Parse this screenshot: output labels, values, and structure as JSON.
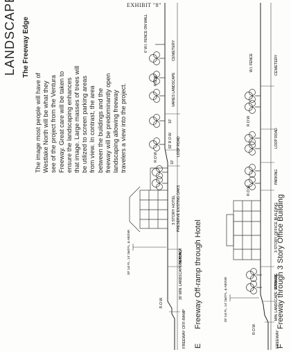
{
  "exhibit": "EXHIBIT \"8\"",
  "title": "LANDSCAPE SECTIONS",
  "subtitle": "The Freeway Edge",
  "paragraph": [
    "The image most people will have of",
    "Westlake North will be what they",
    "see of the project from the Ventura",
    "Freeway.  Great care will be taken to",
    "ensure the landscaping enhances",
    "that image.  Large masses of trees will",
    "be utilized to screen parking areas",
    "from view.  In contrast, the area",
    "between the buildings and the",
    "freeway will be predominantly open",
    "landscaping allowing freeway",
    "travelers a view into the project."
  ],
  "section_e": {
    "letter": "E",
    "caption": "Freeway Off-ramp through Hotel",
    "labels": {
      "freeway": "FREEWAY",
      "off_ramp": "OFF-RAMP",
      "landscape_setback": "30' MIN. LANDSCAPE SETBACK",
      "parking": "PARKING",
      "hotel": "3 STORY HOTEL",
      "oaks": "PRESERVE EXISTING OAKS",
      "loop_road": "LOOP ROAD",
      "dim_10a": "10'",
      "dim_82": "82' R.O.W.",
      "dim_10b": "10'",
      "varies_landscape": "VARIES LANDSCAPE",
      "cemetery": "CEMETERY",
      "fence": "6' W.I. FENCE ON WALL",
      "row_left": "R.O.W.",
      "row_mid": "R.O.W.",
      "row_right": "R.O.W.",
      "heights": "20' 1st FL. 14' 2nd FL. & ABOVE"
    }
  },
  "section_f": {
    "letter": "F",
    "caption": "Freeway through 3 Story Office Building",
    "labels": {
      "freeway": "FREEWAY",
      "landscape_setback": "MIN. LANDSCAPE SETBACK",
      "parking_left": "PARKING",
      "office": "3 STORY OFFICE BUILDING",
      "parking_right": "PARKING",
      "loop_road": "LOOP ROAD",
      "cemetery": "CEMETERY",
      "fence": "W.I. FENCE",
      "row_left": "R.O.W.",
      "row_mid": "R.O.W.",
      "row_right": "R.O.W.",
      "heights": "20' 1st FL. 14' 2nd FL. & ABOVE"
    }
  }
}
